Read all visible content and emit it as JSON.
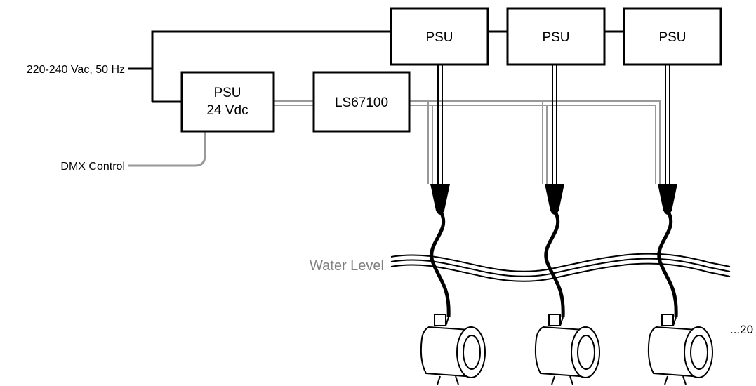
{
  "labels": {
    "mains": "220-240 Vac, 50 Hz",
    "dmx": "DMX Control",
    "water": "Water Level",
    "count": "...20"
  },
  "boxes": {
    "psu_top_1": "PSU",
    "psu_top_2": "PSU",
    "psu_top_3": "PSU",
    "psu_24_line1": "PSU",
    "psu_24_line2": "24 Vdc",
    "controller": "LS67100"
  },
  "colors": {
    "line": "#000000",
    "data_line": "#999999",
    "water_label": "#808080"
  }
}
